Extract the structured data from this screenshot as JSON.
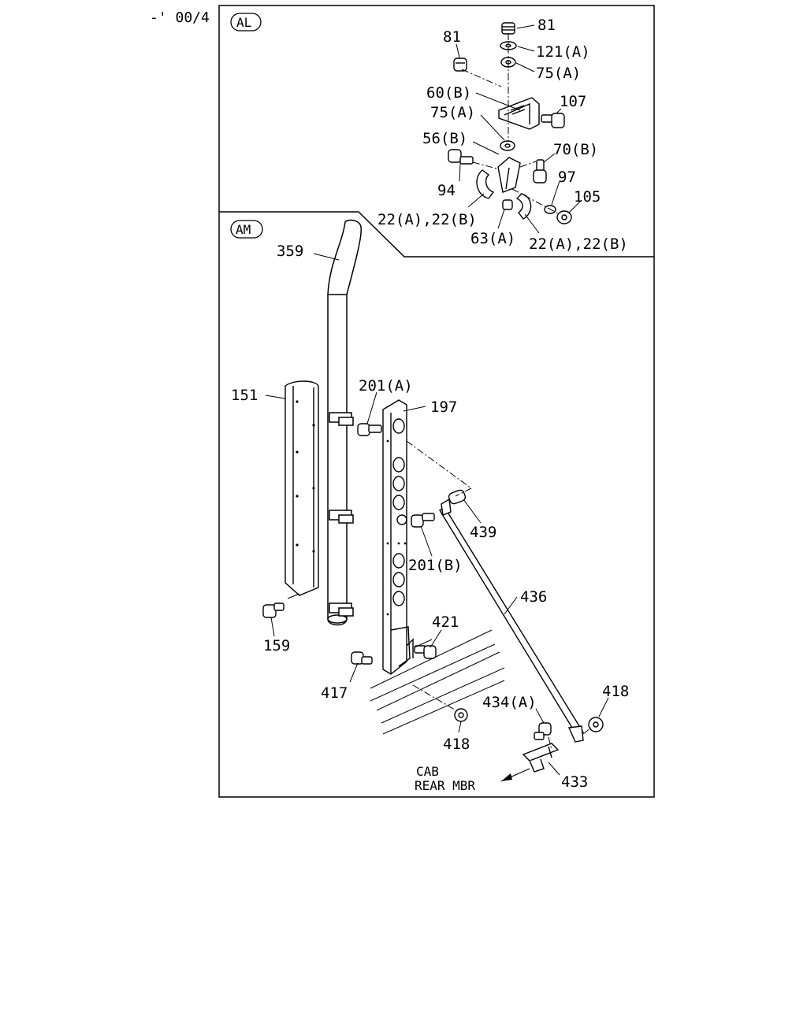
{
  "header": {
    "code": "-' 00/4"
  },
  "sections": {
    "al": "AL",
    "am": "AM"
  },
  "notes": {
    "cab_line1": "CAB",
    "cab_line2": "REAR MBR"
  },
  "labels": {
    "p81a": "81",
    "p81b": "81",
    "p121a": "121(A)",
    "p75a_top": "75(A)",
    "p60b": "60(B)",
    "p75a_mid": "75(A)",
    "p107": "107",
    "p56b": "56(B)",
    "p70b": "70(B)",
    "p94": "94",
    "p97": "97",
    "p105": "105",
    "p22ab_left": "22(A),22(B)",
    "p63a": "63(A)",
    "p22ab_right": "22(A),22(B)",
    "p359": "359",
    "p151": "151",
    "p201a": "201(A)",
    "p197": "197",
    "p439": "439",
    "p201b": "201(B)",
    "p436": "436",
    "p421": "421",
    "p159": "159",
    "p418a": "418",
    "p417": "417",
    "p434a": "434(A)",
    "p418b": "418",
    "p433": "433"
  }
}
